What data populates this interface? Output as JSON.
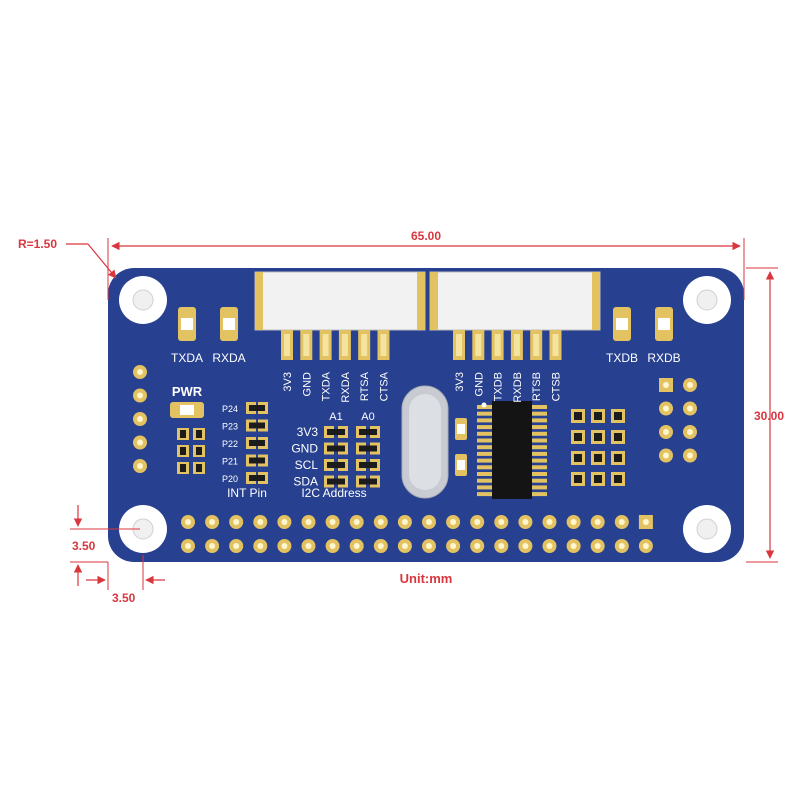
{
  "dimensions": {
    "radius_label": "R=1.50",
    "width_label": "65.00",
    "height_label": "30.00",
    "offset_y_label": "3.50",
    "offset_x_label": "3.50",
    "unit_label": "Unit:mm"
  },
  "board": {
    "colors": {
      "pcb": "#27408f",
      "pad": "#e3c262",
      "dim": "#d9363e",
      "silk": "#ffffff"
    },
    "led_labels": {
      "txda": "TXDA",
      "rxda": "RXDA",
      "txdb": "TXDB",
      "rxdb": "RXDB"
    },
    "pwr_label": "PWR",
    "connector_a_pins": [
      "3V3",
      "GND",
      "TXDA",
      "RXDA",
      "RTSA",
      "CTSA"
    ],
    "connector_b_pins": [
      "3V3",
      "GND",
      "TXDB",
      "RXDB",
      "RTSB",
      "CTSB"
    ],
    "int_pins": [
      "P24",
      "P23",
      "P22",
      "P21",
      "P20"
    ],
    "int_label": "INT Pin",
    "i2c_cols": [
      "A1",
      "A0"
    ],
    "i2c_rows": [
      "3V3",
      "GND",
      "SCL",
      "SDA"
    ],
    "i2c_label": "I2C Address"
  }
}
